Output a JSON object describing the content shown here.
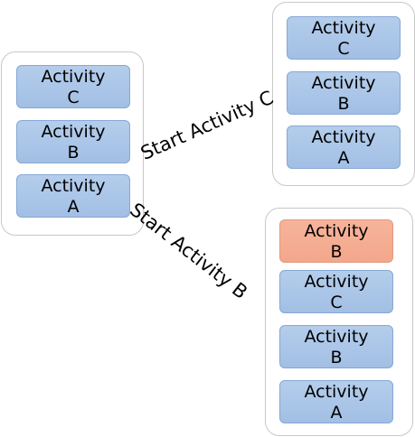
{
  "activity_word": "Activity",
  "initial_stack": {
    "items": [
      {
        "letter": "C"
      },
      {
        "letter": "B"
      },
      {
        "letter": "A"
      }
    ]
  },
  "transitions": {
    "to_c": "Start Activity C",
    "to_b": "Start Activity B"
  },
  "stack_after_c": {
    "items": [
      {
        "letter": "C"
      },
      {
        "letter": "B"
      },
      {
        "letter": "A"
      }
    ]
  },
  "stack_after_b": {
    "items": [
      {
        "letter": "B",
        "state": "new"
      },
      {
        "letter": "C"
      },
      {
        "letter": "B"
      },
      {
        "letter": "A"
      }
    ]
  },
  "colors": {
    "activity_fill": "#a9c5e8",
    "new_activity_fill": "#f5ad92",
    "stack_border": "#c8c8c8"
  }
}
